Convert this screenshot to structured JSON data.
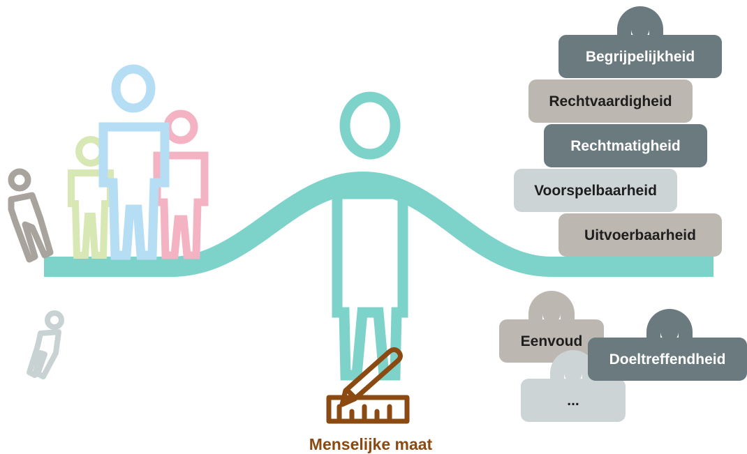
{
  "colors": {
    "teal": "#7dd3ca",
    "light_blue": "#b5def5",
    "pink": "#f4b3c3",
    "light_green": "#d8e8b4",
    "gray_figure": "#a8a39d",
    "light_gray_figure": "#c9d2d2",
    "dark_slate": "#6a7a7e",
    "taupe": "#bcb8b1",
    "light_slate": "#cdd4d6",
    "brown": "#8a4a12",
    "white_text": "#ffffff",
    "dark_text": "#1e1e1e"
  },
  "weights": {
    "stack": [
      {
        "label": "Begrijpelijkheid",
        "color": "#6a7a7e",
        "text_color": "#ffffff",
        "has_handle": true
      },
      {
        "label": "Rechtvaardigheid",
        "color": "#bcb8b1",
        "text_color": "#1e1e1e",
        "has_handle": false
      },
      {
        "label": "Rechtmatigheid",
        "color": "#6a7a7e",
        "text_color": "#ffffff",
        "has_handle": false
      },
      {
        "label": "Voorspelbaarheid",
        "color": "#cdd4d6",
        "text_color": "#1e1e1e",
        "has_handle": false
      },
      {
        "label": "Uitvoerbaarheid",
        "color": "#bcb8b1",
        "text_color": "#1e1e1e",
        "has_handle": false
      }
    ],
    "loose": [
      {
        "label": "Eenvoud",
        "color": "#bcb8b1",
        "text_color": "#1e1e1e"
      },
      {
        "label": "Doeltreffendheid",
        "color": "#6a7a7e",
        "text_color": "#ffffff"
      },
      {
        "label": "...",
        "color": "#cdd4d6",
        "text_color": "#1e1e1e"
      }
    ]
  },
  "ruler_icon": "pencil-and-ruler-icon",
  "caption": "Menselijke maat"
}
